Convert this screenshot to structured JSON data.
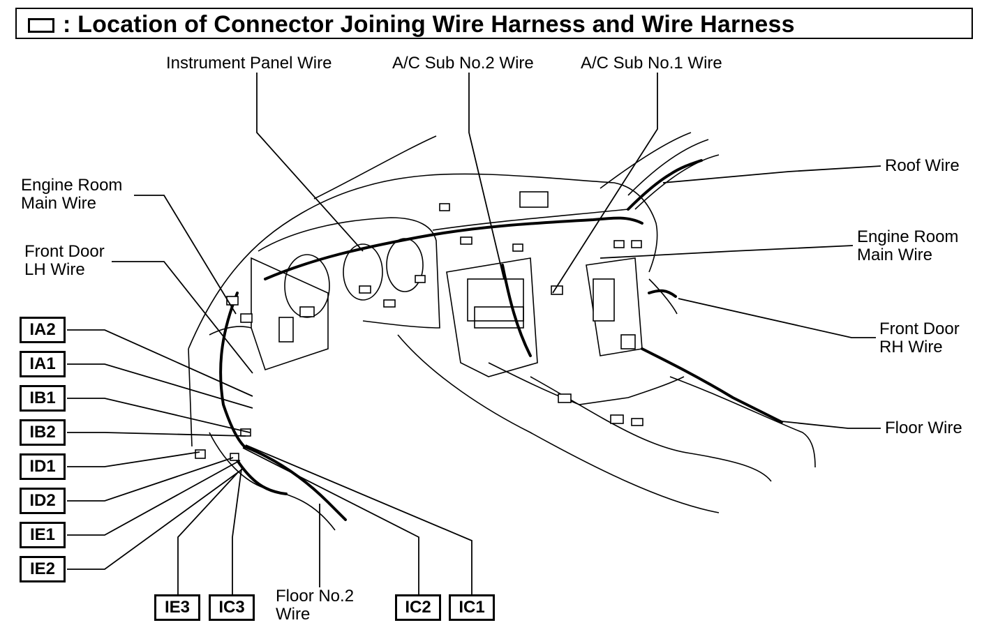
{
  "title": {
    "icon": "connector-box-icon",
    "text": ": Location of Connector Joining Wire Harness and Wire Harness"
  },
  "wire_labels": {
    "instrument_panel": "Instrument Panel Wire",
    "ac_sub_2": "A/C Sub No.2 Wire",
    "ac_sub_1": "A/C Sub No.1 Wire",
    "roof": "Roof Wire",
    "engine_room_main_left": "Engine Room\nMain Wire",
    "front_door_lh": "Front Door\nLH Wire",
    "engine_room_main_right": "Engine Room\nMain Wire",
    "front_door_rh": "Front Door\nRH Wire",
    "floor": "Floor Wire",
    "floor_no2": "Floor No.2\nWire"
  },
  "connectors": {
    "ia2": "IA2",
    "ia1": "IA1",
    "ib1": "IB1",
    "ib2": "IB2",
    "id1": "ID1",
    "id2": "ID2",
    "ie1": "IE1",
    "ie2": "IE2",
    "ie3": "IE3",
    "ic3": "IC3",
    "ic2": "IC2",
    "ic1": "IC1"
  }
}
